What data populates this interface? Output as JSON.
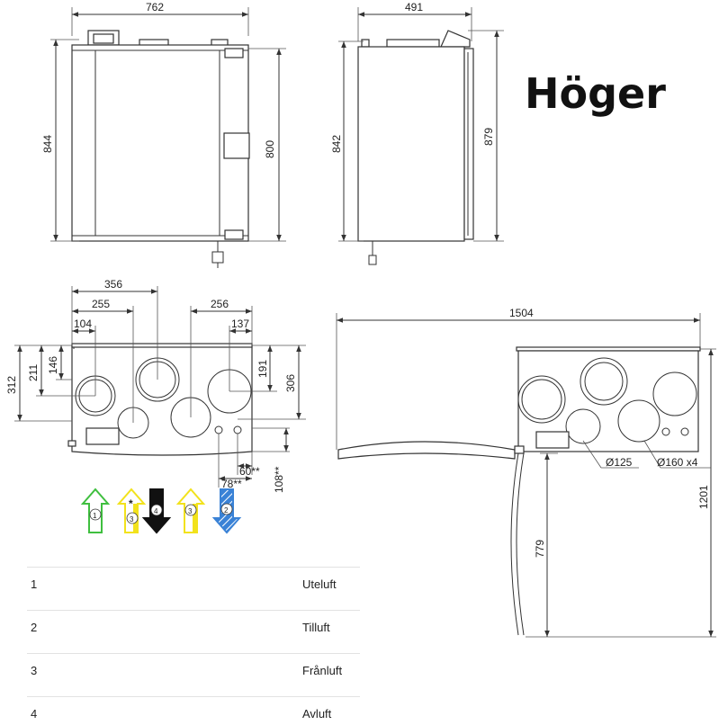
{
  "title": "Höger",
  "dimensions": {
    "front_width": "762",
    "front_height_outer": "844",
    "front_height_inner": "800",
    "side_depth": "491",
    "side_height_inner": "842",
    "side_height_outer": "879",
    "top_356": "356",
    "top_255": "255",
    "top_104": "104",
    "top_256": "256",
    "top_137": "137",
    "top_312": "312",
    "top_211": "211",
    "top_146": "146",
    "top_191": "191",
    "top_306": "306",
    "top_60": "60**",
    "top_78": "78**",
    "top_108": "108**",
    "plan_1504": "1504",
    "plan_1201": "1201",
    "plan_779": "779",
    "plan_d125": "Ø125",
    "plan_d160": "Ø160 x4"
  },
  "arrows": [
    {
      "num": "1",
      "color": "#3fbf3f"
    },
    {
      "num": "3",
      "color": "#f2e21c",
      "mark": "*"
    },
    {
      "num": "4",
      "color": "#111111"
    },
    {
      "num": "3",
      "color": "#f2e21c"
    },
    {
      "num": "2",
      "color": "#3a82d6"
    }
  ],
  "legend": [
    {
      "num": "1",
      "label": "Uteluft"
    },
    {
      "num": "2",
      "label": "Tilluft"
    },
    {
      "num": "3",
      "label": "Frånluft"
    },
    {
      "num": "4",
      "label": "Avluft"
    }
  ]
}
